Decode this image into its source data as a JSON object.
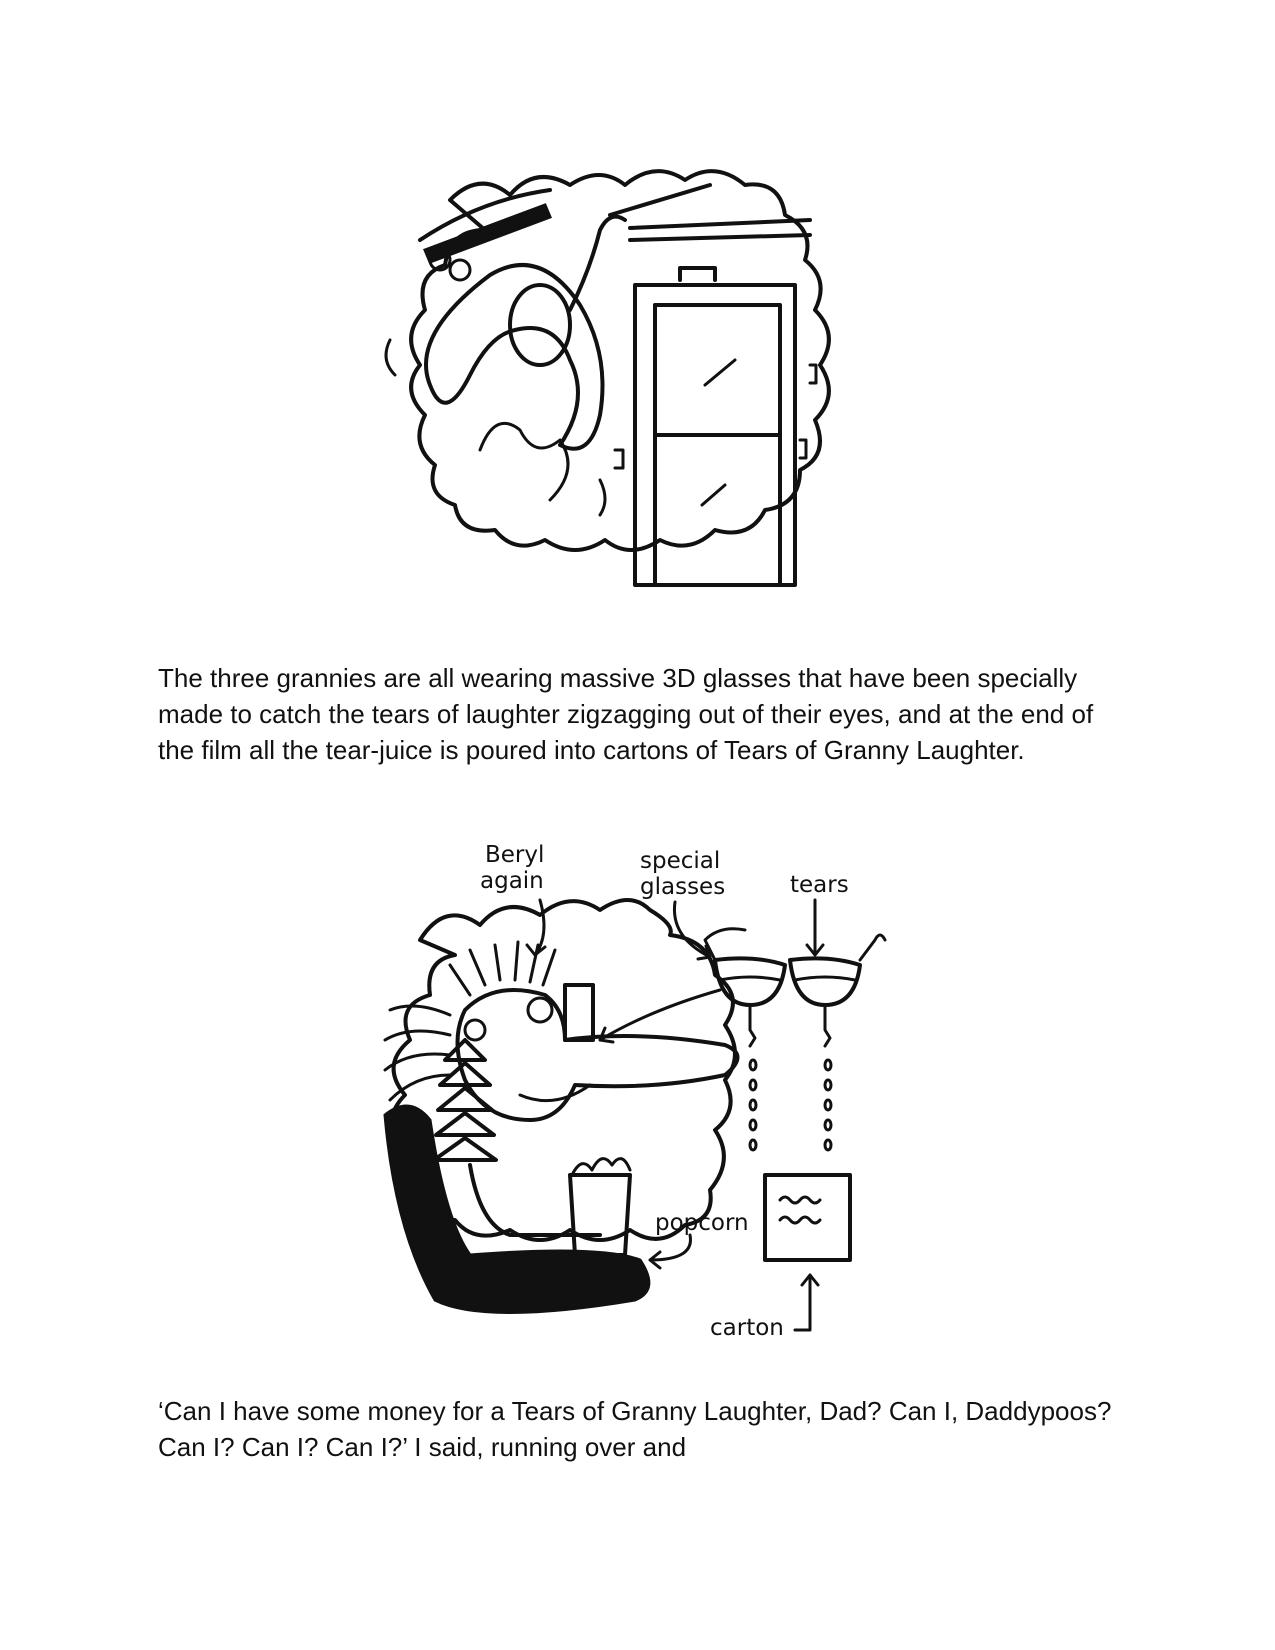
{
  "paragraphs": {
    "p1": "The three grannies are all wearing massive 3D glasses that have been specially made to catch the tears of laughter zigzagging out of their eyes, and at the end of the film all the tear-juice is poured into cartons of Tears of Granny Laughter.",
    "p2": "‘Can I have some money for a Tears of Granny Laughter, Dad? Can I, Daddypoos? Can I? Can I? Can I?’ I said, running over and"
  },
  "illustration2": {
    "labels": {
      "beryl_line1": "Beryl",
      "beryl_line2": "again",
      "glasses_line1": "special",
      "glasses_line2": "glasses",
      "tears": "tears",
      "popcorn": "popcorn",
      "carton": "carton"
    }
  }
}
